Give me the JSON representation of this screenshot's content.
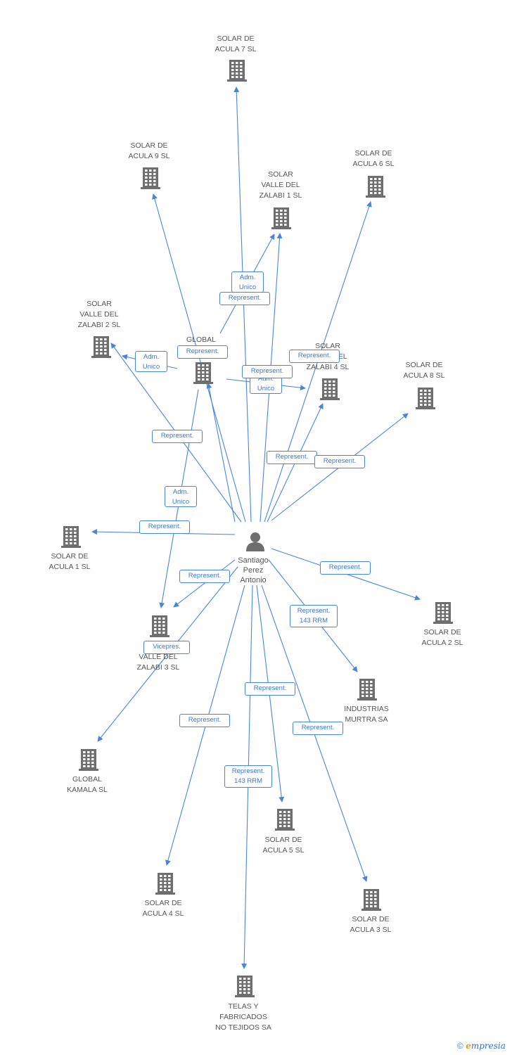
{
  "colors": {
    "edge": "#4a86d8",
    "icon": "#6e6e6e",
    "label_text": "#555555",
    "edge_label_text": "#3a78c9"
  },
  "center": {
    "name": "Santiago\nPerez\nAntonio",
    "icon": "person-icon"
  },
  "companies": [
    {
      "id": "acula7",
      "name": "SOLAR DE\nACULA 7 SL",
      "icon": "building-icon"
    },
    {
      "id": "acula9",
      "name": "SOLAR DE\nACULA 9 SL",
      "icon": "building-icon"
    },
    {
      "id": "acula6",
      "name": "SOLAR DE\nACULA 6 SL",
      "icon": "building-icon"
    },
    {
      "id": "zalabi1",
      "name": "SOLAR\nVALLE DEL\nZALABI 1 SL",
      "icon": "building-icon"
    },
    {
      "id": "zalabi2",
      "name": "SOLAR\nVALLE DEL\nZALABI 2 SL",
      "icon": "building-icon"
    },
    {
      "id": "global",
      "name": "GLOBAL",
      "icon": "building-icon"
    },
    {
      "id": "zalabi4",
      "name": "SOLAR\nVALLE DEL\nZALABI 4 SL",
      "icon": "building-icon"
    },
    {
      "id": "acula8",
      "name": "SOLAR DE\nACULA 8 SL",
      "icon": "building-icon"
    },
    {
      "id": "acula1",
      "name": "SOLAR DE\nACULA 1 SL",
      "icon": "building-icon"
    },
    {
      "id": "acula2",
      "name": "SOLAR DE\nACULA 2 SL",
      "icon": "building-icon"
    },
    {
      "id": "zalabi3",
      "name": "VALLE DEL\nZALABI 3 SL",
      "icon": "building-icon"
    },
    {
      "id": "murtra",
      "name": "INDUSTRIAS\nMURTRA SA",
      "icon": "building-icon"
    },
    {
      "id": "kamala",
      "name": "GLOBAL\nKAMALA SL",
      "icon": "building-icon"
    },
    {
      "id": "acula5",
      "name": "SOLAR DE\nACULA 5 SL",
      "icon": "building-icon"
    },
    {
      "id": "acula4",
      "name": "SOLAR DE\nACULA 4 SL",
      "icon": "building-icon"
    },
    {
      "id": "acula3",
      "name": "SOLAR DE\nACULA 3 SL",
      "icon": "building-icon"
    },
    {
      "id": "telas",
      "name": "TELAS Y\nFABRICADOS\nNO TEJIDOS SA",
      "icon": "building-icon"
    }
  ],
  "relations": [
    {
      "from": "center",
      "to": "acula7",
      "label": ""
    },
    {
      "from": "center",
      "to": "acula9",
      "label": ""
    },
    {
      "from": "center",
      "to": "acula6",
      "label": "Represent."
    },
    {
      "from": "center",
      "to": "zalabi1",
      "label": ""
    },
    {
      "from": "global",
      "to": "zalabi1",
      "label": "Adm.\nUnico"
    },
    {
      "from": "center",
      "to": "zalabi2",
      "label": "Represent."
    },
    {
      "from": "global",
      "to": "zalabi2",
      "label": "Adm.\nUnico"
    },
    {
      "from": "center",
      "to": "global",
      "label": "Represent."
    },
    {
      "from": "global",
      "to": "zalabi4",
      "label": "Adm.\nUnico"
    },
    {
      "from": "center",
      "to": "zalabi4",
      "label": "Represent."
    },
    {
      "from": "center",
      "to": "acula8",
      "label": "Represent."
    },
    {
      "from": "center",
      "to": "acula1",
      "label": "Represent."
    },
    {
      "from": "center",
      "to": "acula2",
      "label": "Represent."
    },
    {
      "from": "global",
      "to": "zalabi3",
      "label": "Adm.\nUnico"
    },
    {
      "from": "center",
      "to": "zalabi3",
      "label": "Represent."
    },
    {
      "from": "center",
      "to": "murtra",
      "label": "Represent.\n143 RRM"
    },
    {
      "from": "center",
      "to": "kamala",
      "label": "Vicepres."
    },
    {
      "from": "center",
      "to": "acula5",
      "label": "Represent."
    },
    {
      "from": "center",
      "to": "acula4",
      "label": "Represent."
    },
    {
      "from": "center",
      "to": "acula3",
      "label": "Represent."
    },
    {
      "from": "center",
      "to": "telas",
      "label": "Represent.\n143 RRM"
    },
    {
      "from": "center",
      "to": "zalabi1",
      "label": "Represent."
    },
    {
      "from": "center",
      "to": "zalabi4",
      "label": "Represent."
    }
  ],
  "footer": {
    "copyright": "©",
    "brand_initial": "e",
    "brand_rest": "mpresia"
  }
}
